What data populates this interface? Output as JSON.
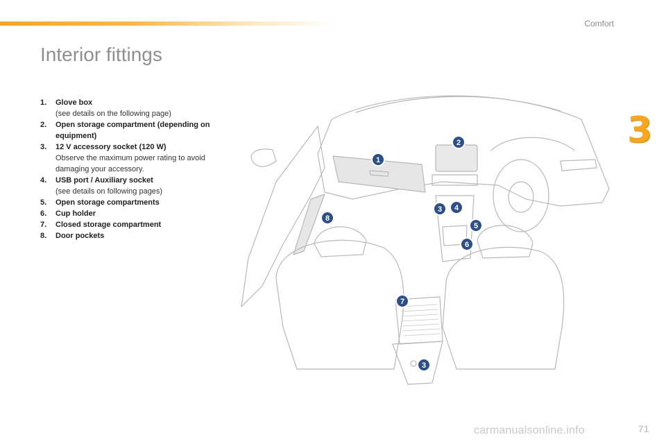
{
  "header": {
    "section": "Comfort",
    "chapter": "3",
    "title": "Interior fittings"
  },
  "items": [
    {
      "num": "1.",
      "label": "Glove box",
      "note": "(see details on the following page)"
    },
    {
      "num": "2.",
      "label": "Open storage compartment (depending on equipment)",
      "note": ""
    },
    {
      "num": "3.",
      "label": "12 V accessory socket (120 W)",
      "note": "Observe the maximum power rating to avoid damaging your accessory."
    },
    {
      "num": "4.",
      "label": "USB port / Auxiliary socket",
      "note": "(see details on following pages)"
    },
    {
      "num": "5.",
      "label": "Open storage compartments",
      "note": ""
    },
    {
      "num": "6.",
      "label": "Cup holder",
      "note": ""
    },
    {
      "num": "7.",
      "label": "Closed storage compartment",
      "note": ""
    },
    {
      "num": "8.",
      "label": "Door pockets",
      "note": ""
    }
  ],
  "badges": [
    "1",
    "2",
    "3",
    "4",
    "5",
    "6",
    "7",
    "8",
    "3"
  ],
  "footer": {
    "page_number": "71",
    "watermark": "carmanualsonline.info"
  },
  "colors": {
    "accent": "#f5a623",
    "badge": "#2d4f86",
    "line": "#b8b8b8"
  }
}
